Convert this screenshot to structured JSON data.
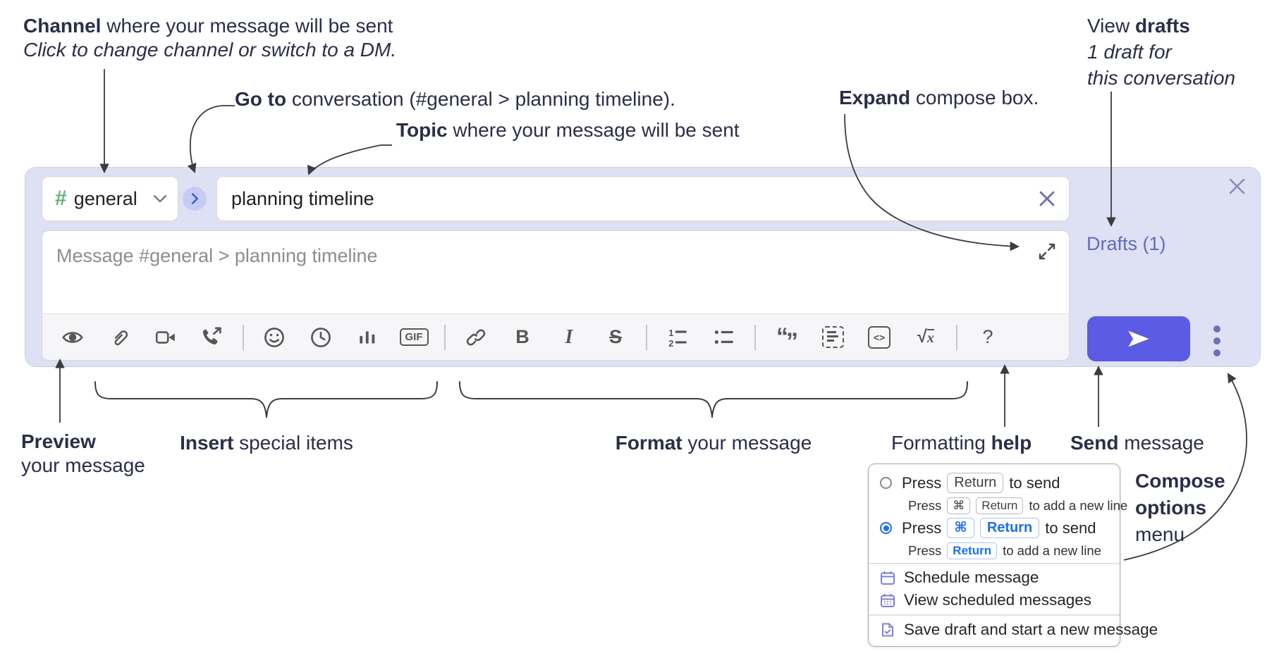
{
  "colors": {
    "accent_send_purple": "#5b5be4",
    "lavender_container": "#dde1f3",
    "link_purple": "#666abd",
    "hash_green": "#5eb57c",
    "radio_blue": "#1f6ff0",
    "menu_icon_purple": "#7d82d8",
    "annotation_navy": "#2b2e48",
    "toolbar_icon_gray": "#575757"
  },
  "annotations": {
    "channel": {
      "bold": "Channel",
      "rest": " where your message will be sent",
      "sub": "Click to change channel or switch to a DM."
    },
    "goto": {
      "bold": "Go to",
      "rest": " conversation (#general > planning timeline)."
    },
    "topic": {
      "bold": "Topic",
      "rest": " where your message will be sent"
    },
    "expand": {
      "bold": "Expand",
      "rest": " compose box."
    },
    "view_drafts": {
      "pre": "View ",
      "bold": "drafts",
      "line2": "1 draft for",
      "line3": "this conversation"
    },
    "preview": {
      "bold": "Preview",
      "line2": "your message"
    },
    "insert": {
      "bold": "Insert",
      "rest": " special items"
    },
    "format": {
      "bold": "Format",
      "rest": " your message"
    },
    "formatting_help": {
      "pre": "Formatting ",
      "bold": "help"
    },
    "send": {
      "bold": "Send",
      "rest": " message"
    },
    "compose_options": {
      "line1": "Compose",
      "line2": "options",
      "line3": "menu"
    }
  },
  "composer": {
    "channel_hash": "#",
    "channel_name": "general",
    "topic_value": "planning timeline",
    "message_placeholder": "Message #general > planning timeline",
    "drafts_label": "Drafts (1)"
  },
  "toolbar": {
    "gif": "GIF",
    "bold": "B",
    "italic": "I",
    "strike": "S",
    "ol1": "1",
    "ol2": "2",
    "quote_open": "“",
    "quote_close": "”",
    "inline_code": "<>",
    "sqrt": "√",
    "sqrt_x": "x",
    "help": "?",
    "icon_names": [
      "preview-eye",
      "attach-paperclip",
      "video-clip",
      "audio-call",
      "emoji",
      "recent-clock",
      "poll-bars",
      "gif",
      "link",
      "bold",
      "italic",
      "strikethrough",
      "ordered-list",
      "bulleted-list",
      "blockquote",
      "code-block",
      "inline-code",
      "formula",
      "formatting-help"
    ]
  },
  "menu": {
    "option1": {
      "press": "Press",
      "key1": "Return",
      "after": "to send",
      "sub_press": "Press",
      "sub_key1": "⌘",
      "sub_key2": "Return",
      "sub_after": "to add a new line"
    },
    "option2": {
      "press": "Press",
      "key1": "⌘",
      "key2": "Return",
      "after": "to send",
      "sub_press": "Press",
      "sub_key1": "Return",
      "sub_after": "to add a new line"
    },
    "items": [
      {
        "label": "Schedule message"
      },
      {
        "label": "View scheduled messages"
      },
      {
        "label": "Save draft and start a new message"
      }
    ]
  }
}
